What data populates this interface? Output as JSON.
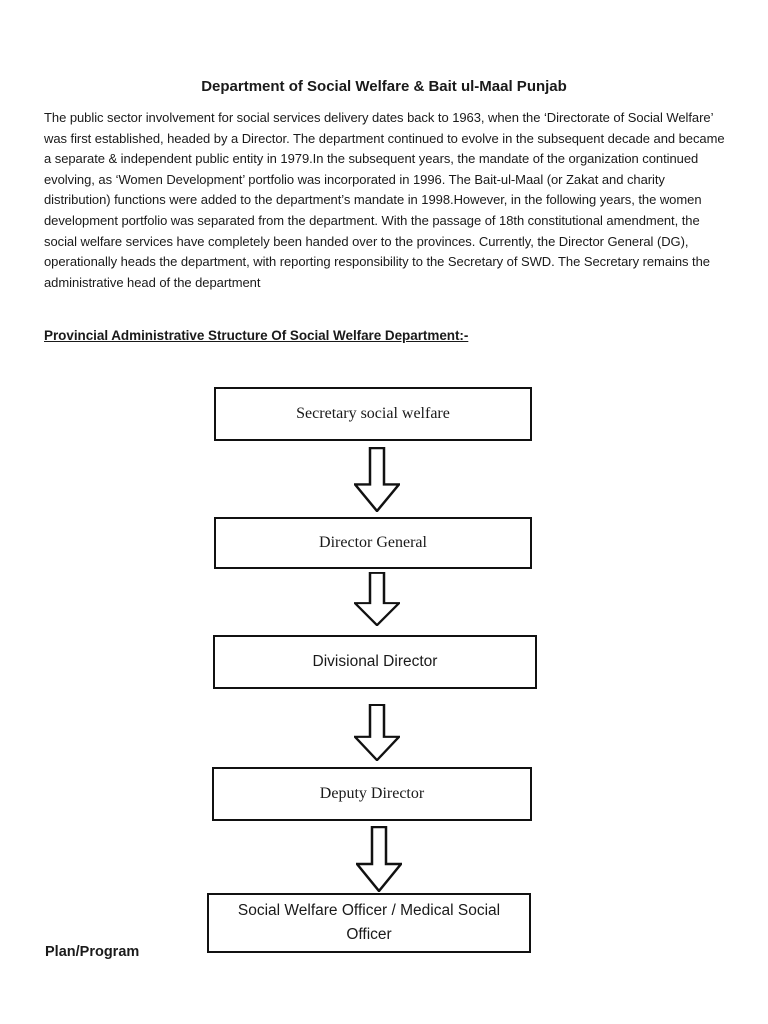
{
  "page": {
    "title": "Department of Social Welfare & Bait ul-Maal Punjab",
    "paragraph": "The public sector involvement for social services delivery dates back to 1963, when the ‘Directorate of Social Welfare’ was first established, headed by a Director. The department continued to evolve in the subsequent decade and became a separate & independent public entity in 1979.In the subsequent years, the mandate of the organization continued evolving, as ‘Women Development’ portfolio was incorporated in 1996. The Bait-ul-Maal (or Zakat and charity distribution) functions were added to the department’s mandate in 1998.However, in the following years, the women development portfolio was separated from the department. With the passage of 18th constitutional amendment, the social welfare services have completely been handed over to the provinces. Currently, the Director General (DG), operationally heads the department, with reporting responsibility to the Secretary of SWD. The Secretary remains the administrative head of the department",
    "section_heading": "Provincial Administrative Structure Of Social Welfare Department:-",
    "footer_label": "Plan/Program"
  },
  "flowchart": {
    "type": "org-chart",
    "connector": "hollow-down-block-arrow",
    "nodes": [
      {
        "label": "Secretary social welfare"
      },
      {
        "label": "Director General"
      },
      {
        "label": "Divisional Director"
      },
      {
        "label": "Deputy Director"
      },
      {
        "label": "Social Welfare Officer / Medical Social Officer"
      }
    ]
  },
  "colors": {
    "background": "#ffffff",
    "text": "#1a1a1a",
    "box_border": "#111111",
    "arrow_outline": "#111111",
    "arrow_fill": "#ffffff"
  }
}
